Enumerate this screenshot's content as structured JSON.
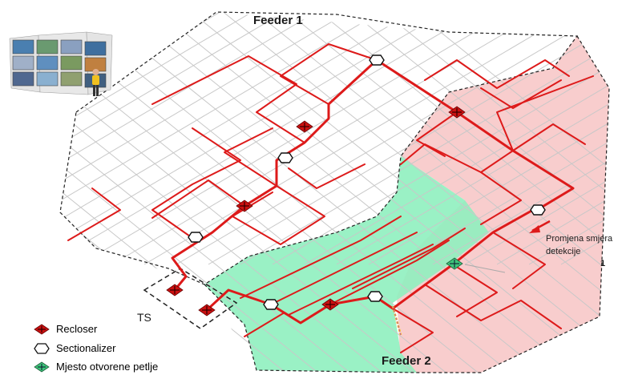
{
  "labels": {
    "feeder1": "Feeder 1",
    "feeder2": "Feeder 2",
    "ts": "TS",
    "detection_note_line1": "Promjena smjera",
    "detection_note_line2": "detekcije",
    "marker_1": "1"
  },
  "legend": [
    {
      "icon": "recloser-icon",
      "label": "Recloser"
    },
    {
      "icon": "sectionalizer-icon",
      "label": "Sectionalizer"
    },
    {
      "icon": "open-loop-point-icon",
      "label": "Mjesto otvorene petlje"
    }
  ],
  "colors": {
    "line": "#dd1a1a",
    "grid": "#c8c8c8",
    "zone_pink": "#f7c8c8",
    "zone_green": "#8ff0bf",
    "recloser": "#cc1111",
    "open_loop": "#3ec47a",
    "boundary": "#222222"
  },
  "icons": {
    "monitor_wall": "control-room-monitor-wall-icon"
  }
}
